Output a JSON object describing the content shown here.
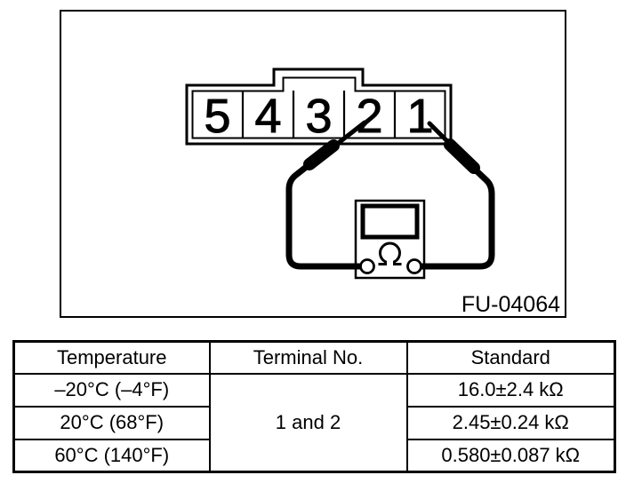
{
  "figure": {
    "caption_code": "FU-04064",
    "connector": {
      "terminal_labels": [
        "5",
        "4",
        "3",
        "2",
        "1"
      ]
    },
    "ohmmeter": {
      "dial_symbol": "Ω"
    }
  },
  "table": {
    "headers": {
      "temperature": "Temperature",
      "terminal": "Terminal No.",
      "standard": "Standard"
    },
    "terminal_value": "1 and 2",
    "rows": [
      {
        "temperature": "–20°C (–4°F)",
        "standard": "16.0±2.4 kΩ"
      },
      {
        "temperature": "20°C (68°F)",
        "standard": "2.45±0.24 kΩ"
      },
      {
        "temperature": "60°C (140°F)",
        "standard": "0.580±0.087 kΩ"
      }
    ]
  },
  "colors": {
    "ink": "#000000",
    "paper": "#ffffff"
  }
}
